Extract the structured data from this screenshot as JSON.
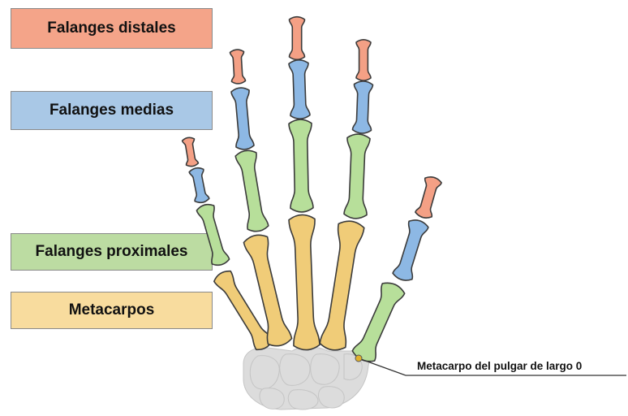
{
  "legend": [
    {
      "key": "distal",
      "label": "Falanges distales",
      "color": "#f4a489"
    },
    {
      "key": "media",
      "label": "Falanges medias",
      "color": "#a9c8e6"
    },
    {
      "key": "proximal",
      "label": "Falanges proximales",
      "color": "#bcdca2"
    },
    {
      "key": "meta",
      "label": "Metacarpos",
      "color": "#f8dc9e"
    }
  ],
  "callout": {
    "label": "Metacarpo del pulgar de largo 0"
  },
  "bone_colors": {
    "distal": "#f4a085",
    "media": "#8db8e4",
    "proximal": "#b7df9a",
    "meta": "#f0cc78",
    "carpal": "#dcdcdc",
    "outline": "#3b3b3b"
  }
}
